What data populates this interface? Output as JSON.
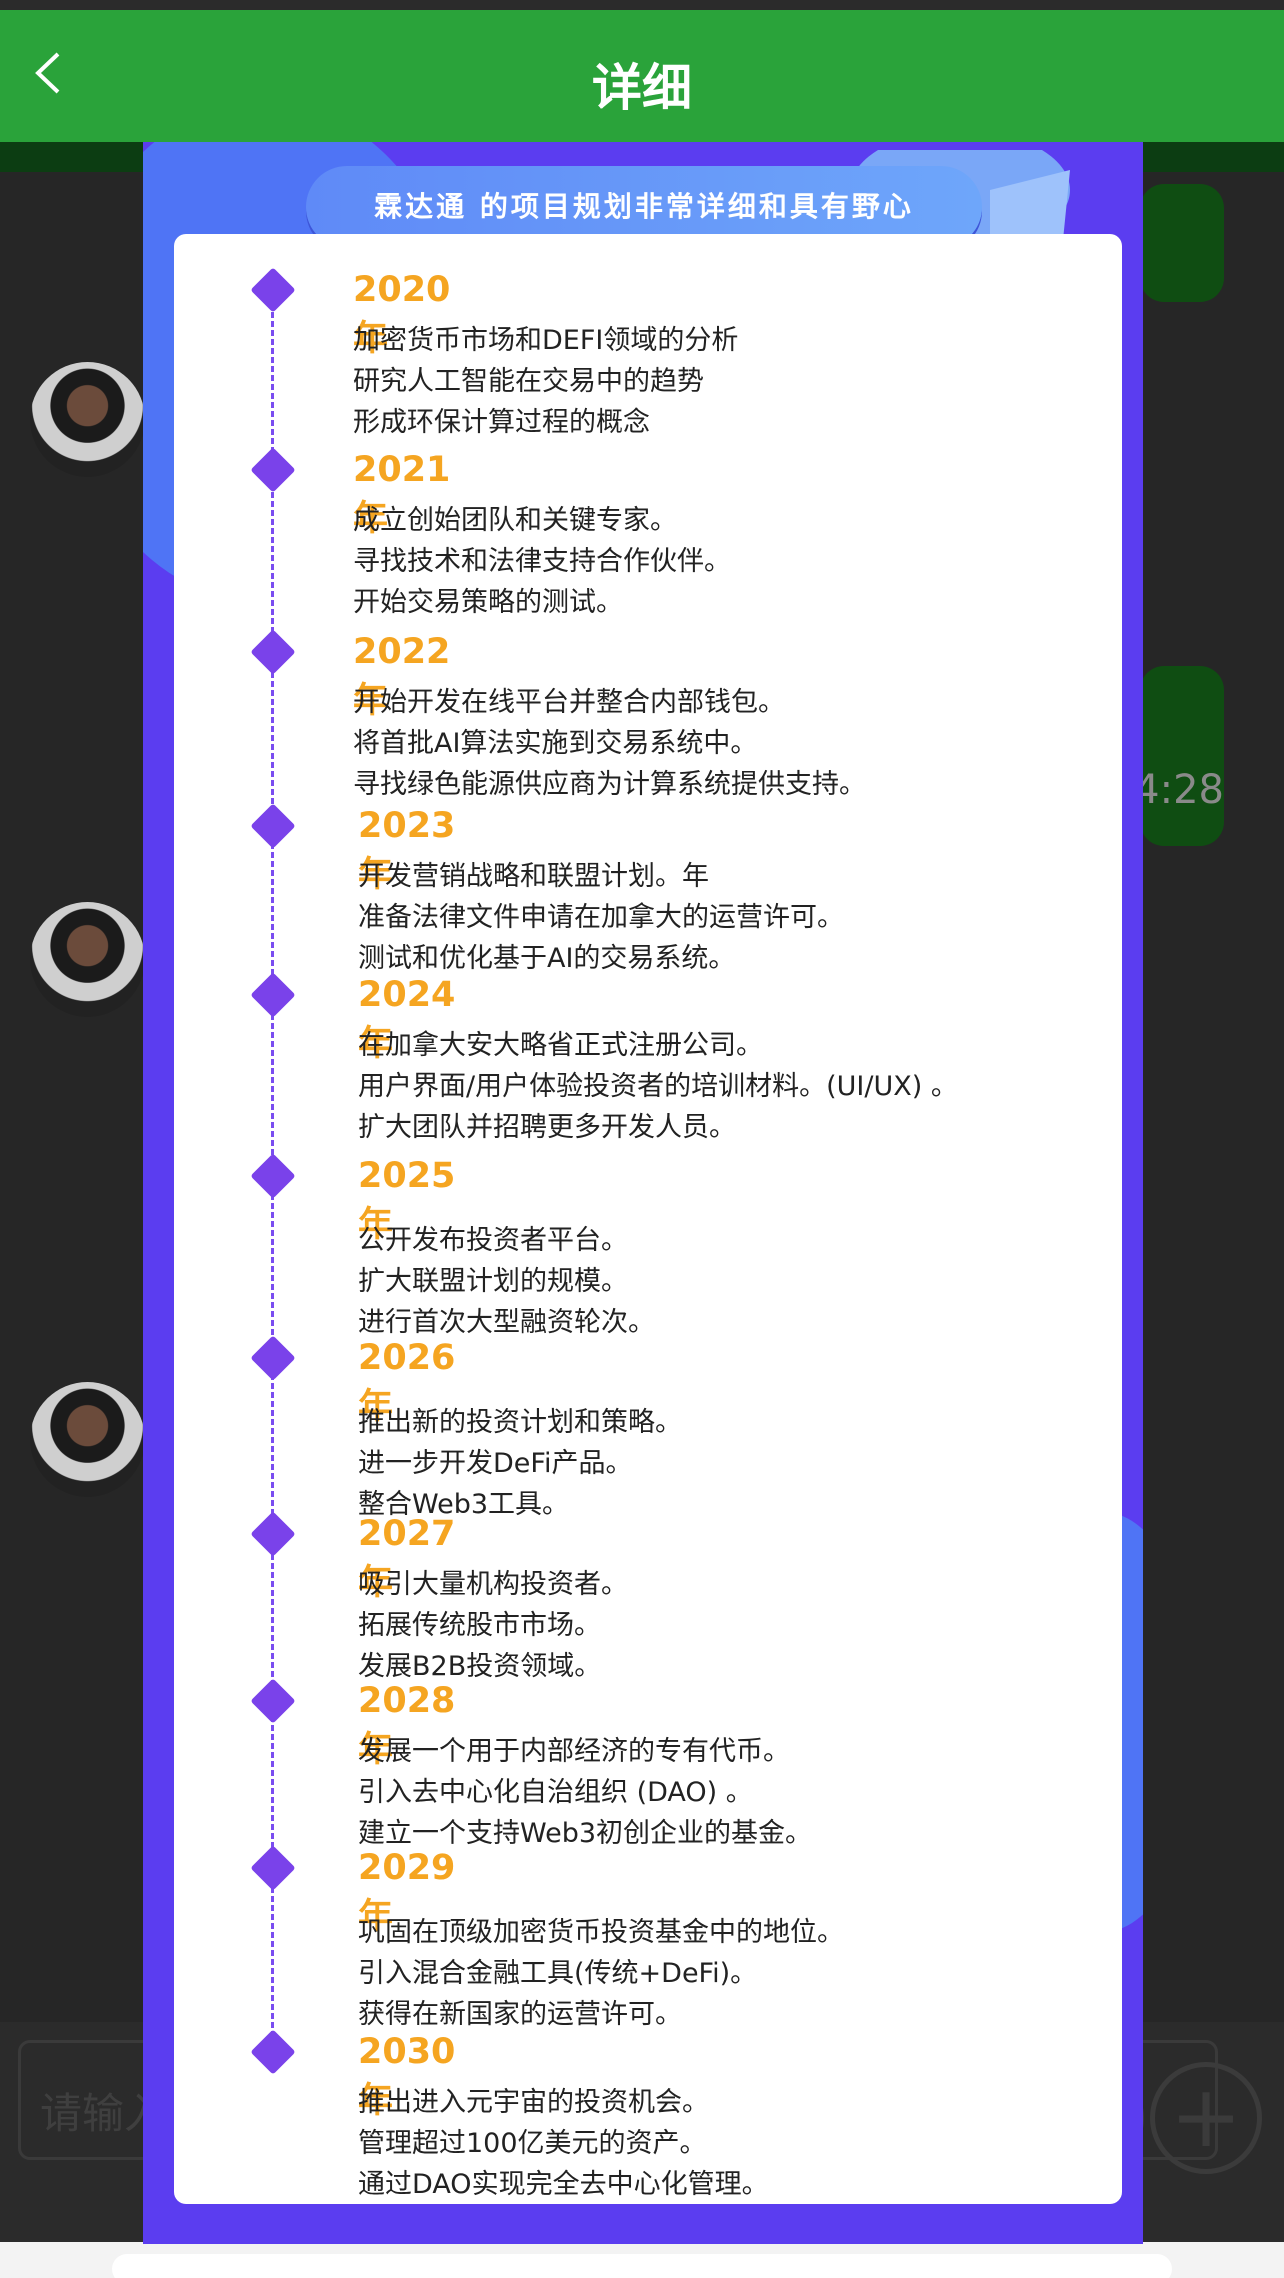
{
  "header": {
    "back_icon": "chevron-left-icon",
    "back_glyph": "<",
    "title": "详细"
  },
  "background_chat": {
    "time_fragment": "4:28",
    "input_placeholder_fragment": "请输入"
  },
  "poster": {
    "banner_text": "霖达通 的项目规划非常详细和具有野心",
    "timeline": [
      {
        "year": "2020年",
        "lines": [
          "加密货币市场和DEFI领域的分析",
          " 研究人工智能在交易中的趋势",
          "形成环保计算过程的概念"
        ]
      },
      {
        "year": "2021年",
        "lines": [
          "成立创始团队和关键专家。",
          "寻找技术和法律支持合作伙伴。",
          "开始交易策略的测试。"
        ]
      },
      {
        "year": "2022年",
        "lines": [
          "开始开发在线平台并整合内部钱包。",
          "将首批AI算法实施到交易系统中。",
          "寻找绿色能源供应商为计算系统提供支持。"
        ]
      },
      {
        "year": "2023年",
        "lines": [
          "开发营销战略和联盟计划。年",
          "准备法律文件申请在加拿大的运营许可。",
          "测试和优化基于AI的交易系统。"
        ]
      },
      {
        "year": "2024年",
        "lines": [
          "在加拿大安大略省正式注册公司。",
          "用户界面/用户体验投资者的培训材料。(UI/UX) 。",
          "扩大团队并招聘更多开发人员。"
        ]
      },
      {
        "year": "2025年",
        "lines": [
          "公开发布投资者平台。",
          "扩大联盟计划的规模。",
          "进行首次大型融资轮次。"
        ]
      },
      {
        "year": "2026年",
        "lines": [
          "推出新的投资计划和策略。",
          "进一步开发DeFi产品。",
          "整合Web3工具。"
        ]
      },
      {
        "year": "2027年",
        "lines": [
          "吸引大量机构投资者。",
          "拓展传统股市市场。",
          "发展B2B投资领域。"
        ]
      },
      {
        "year": "2028年",
        "lines": [
          "发展一个用于内部经济的专有代币。",
          "引入去中心化自治组织 (DAO) 。",
          "建立一个支持Web3初创企业的基金。"
        ]
      },
      {
        "year": "2029年",
        "lines": [
          "巩固在顶级加密货币投资基金中的地位。",
          "引入混合金融工具(传统+DeFi)。",
          "获得在新国家的运营许可。"
        ]
      },
      {
        "year": "2030年",
        "lines": [
          "推出进入元宇宙的投资机会。",
          "管理超过100亿美元的资产。",
          "通过DAO实现完全去中心化管理。"
        ]
      }
    ]
  }
}
